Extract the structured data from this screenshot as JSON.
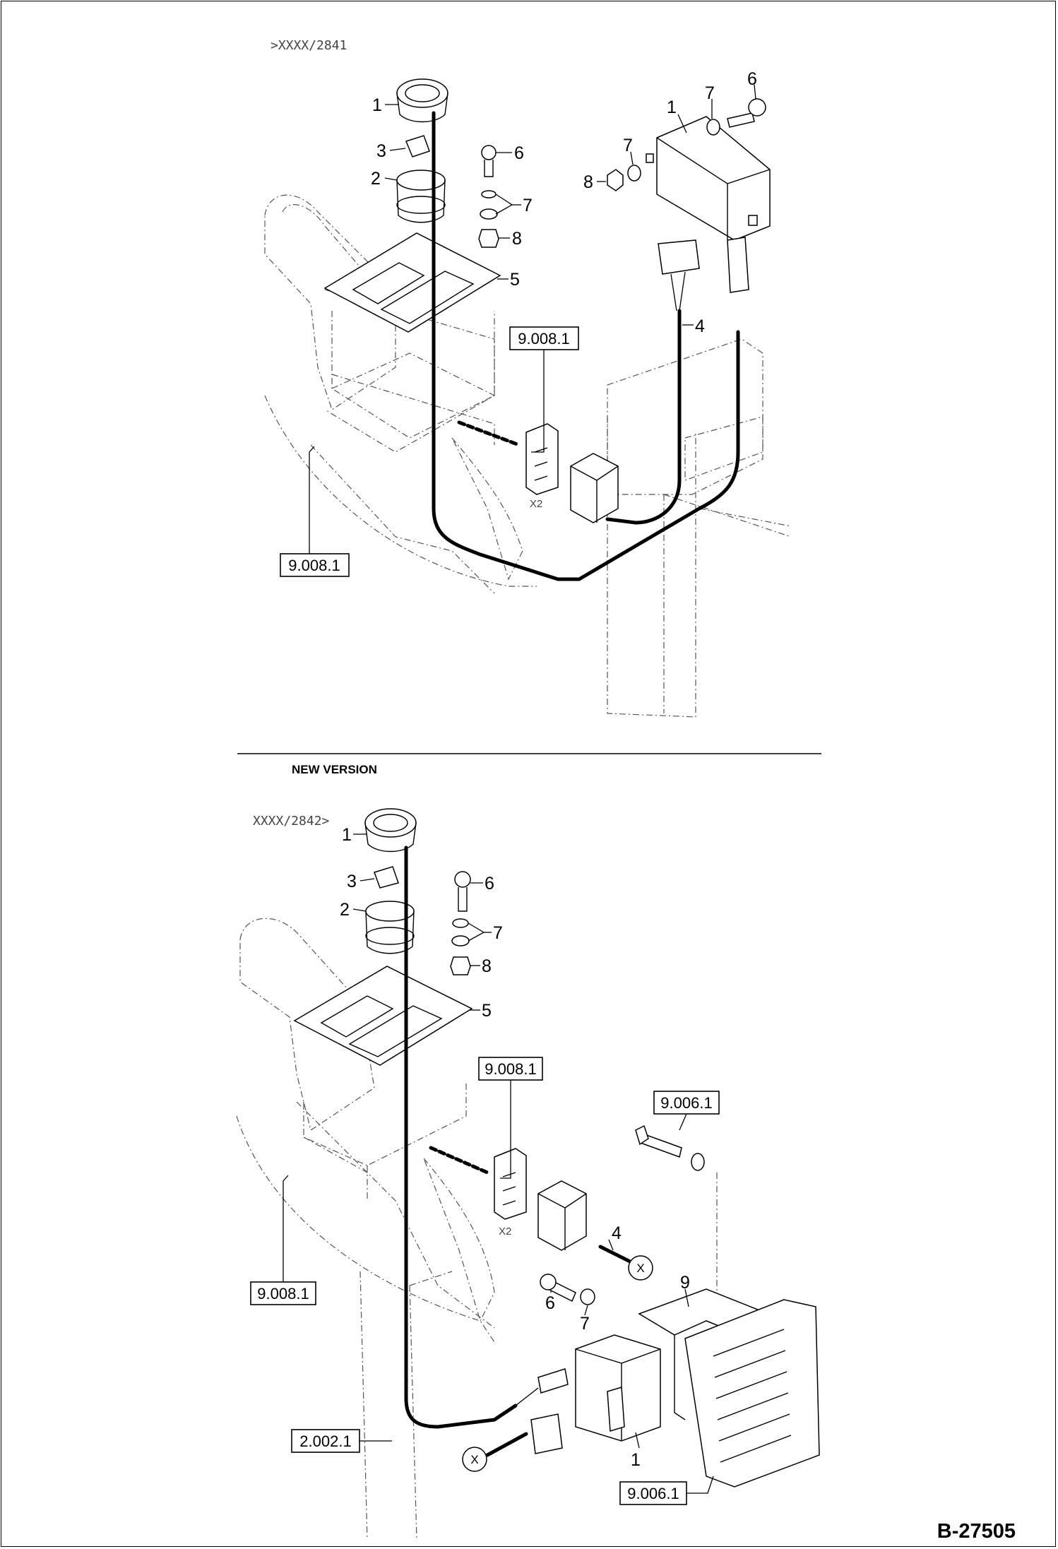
{
  "document": {
    "drawing_code": "B-27505"
  },
  "top_view": {
    "serial_range": ">XXXX/2841",
    "callouts": {
      "c1_ignition_ring": "1",
      "c3_key": "3",
      "c2_switch": "2",
      "c6_screw": "6",
      "c7_washers": "7",
      "c8_nut": "8",
      "c5_plate": "5",
      "c1_module": "1",
      "c7_module_washer_top": "7",
      "c6_module_screw": "6",
      "c7_module_washer_left": "7",
      "c8_module_nut": "8",
      "c4_harness": "4"
    },
    "refs": {
      "ref_connector": "9.008.1",
      "ref_panel": "9.008.1"
    },
    "connector_label": "X2"
  },
  "separator": {
    "label": "NEW VERSION"
  },
  "bottom_view": {
    "serial_range": "XXXX/2842>",
    "callouts": {
      "c1_ignition_ring": "1",
      "c3_key": "3",
      "c2_switch": "2",
      "c6_screw": "6",
      "c7_washers": "7",
      "c8_nut": "8",
      "c5_plate": "5",
      "c4_harness": "4",
      "c9_bracket": "9",
      "c6_bracket_screw": "6",
      "c7_bracket_washer": "7",
      "c1_module": "1"
    },
    "refs": {
      "ref_connector": "9.008.1",
      "ref_bolt": "9.006.1",
      "ref_panel": "9.008.1",
      "ref_cable": "2.002.1",
      "ref_bracket": "9.006.1"
    },
    "connector_label": "X2",
    "junction_marks": [
      "X",
      "X"
    ]
  }
}
